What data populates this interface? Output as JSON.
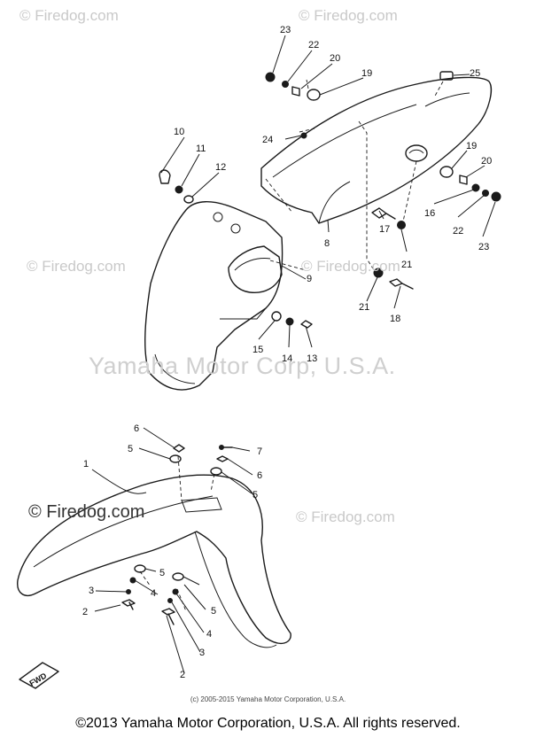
{
  "watermarks": {
    "top_left": "© Firedog.com",
    "top_right": "© Firedog.com",
    "mid_left": "© Firedog.com",
    "mid_right": "© Firedog.com",
    "center": "Yamaha Motor Corp, U.S.A.",
    "lower_left": "© Firedog.com",
    "lower_right": "© Firedog.com"
  },
  "fine_print": "(c) 2005-2015 Yamaha Motor Corporation, U.S.A.",
  "footer": "©2013 Yamaha Motor Corporation, U.S.A. All rights reserved.",
  "fwd_marker": "FWD",
  "callouts": [
    "23",
    "22",
    "20",
    "19",
    "25",
    "24",
    "10",
    "11",
    "12",
    "19",
    "20",
    "16",
    "22",
    "23",
    "17",
    "21",
    "8",
    "9",
    "21",
    "18",
    "15",
    "14",
    "13",
    "6",
    "7",
    "5",
    "6",
    "5",
    "1",
    "5",
    "3",
    "4",
    "5",
    "2",
    "4",
    "3",
    "2"
  ]
}
